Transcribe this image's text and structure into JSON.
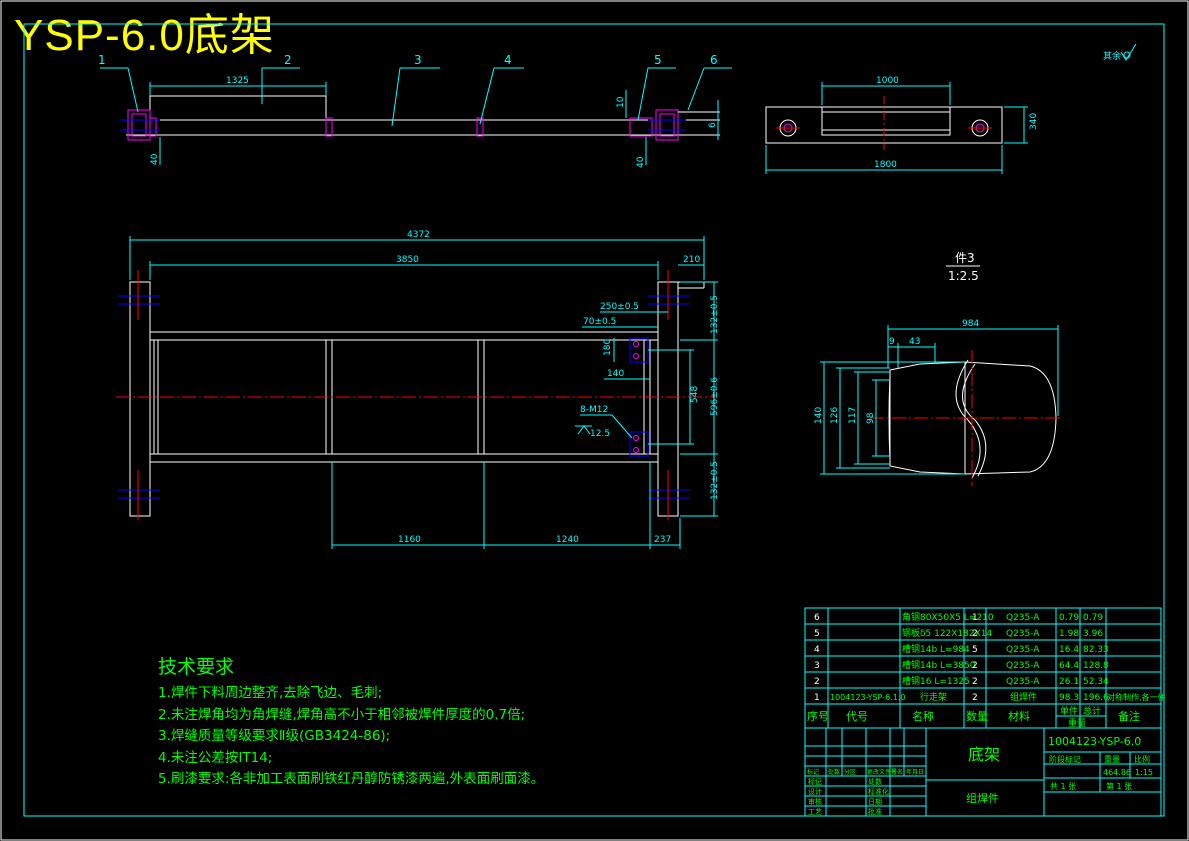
{
  "header": {
    "title": "YSP-6.0底架",
    "roughness": "其余"
  },
  "views": {
    "part_balloons": [
      "1",
      "2",
      "3",
      "4",
      "5",
      "6"
    ],
    "top_view": {
      "dim_1325": "1325",
      "dim_10": "10",
      "dim_6": "6",
      "dim_40_left": "40",
      "dim_40_right": "40"
    },
    "side_view": {
      "dim_1000": "1000",
      "dim_1800": "1800",
      "dim_340": "340"
    },
    "plan_view": {
      "dim_4372": "4372",
      "dim_3850": "3850",
      "dim_210": "210",
      "dim_250": "250±0.5",
      "dim_70": "70±0.5",
      "dim_180": "180",
      "dim_140": "140",
      "dim_548": "548",
      "dim_596": "596±0.6",
      "dim_132_top": "132±0.5",
      "dim_132_bottom": "132±0.5",
      "bolt_note": "8-M12",
      "roughness": "12.5",
      "dim_1160": "1160",
      "dim_1240": "1240",
      "dim_237": "237"
    },
    "detail_view": {
      "label": "件3",
      "scale": "1:2.5",
      "dim_984": "984",
      "dim_9": "9",
      "dim_43": "43",
      "dim_140": "140",
      "dim_126": "126",
      "dim_117": "117",
      "dim_98": "98"
    }
  },
  "notes": {
    "heading": "技术要求",
    "lines": [
      "1.焊件下料周边整齐,去除飞边、毛刺;",
      "2.未注焊角均为角焊缝,焊角高不小于相邻被焊件厚度的0.7倍;",
      "3.焊缝质量等级要求Ⅱ级(GB3424-86);",
      "4.未注公差按IT14;",
      "5.刷漆要求:各非加工表面刷铁红丹醇防锈漆两遍,外表面刷面漆。"
    ]
  },
  "bom": {
    "rows": [
      {
        "no": "6",
        "code": "",
        "name": "角钢80X50X5 L=210",
        "qty": "1",
        "material": "Q235-A",
        "unit_wt": "0.79",
        "total_wt": "0.79",
        "note": ""
      },
      {
        "no": "5",
        "code": "",
        "name": "钢板δ5 122X182X14",
        "qty": "2",
        "material": "Q235-A",
        "unit_wt": "1.98",
        "total_wt": "3.96",
        "note": ""
      },
      {
        "no": "4",
        "code": "",
        "name": "槽钢14b L=984",
        "qty": "5",
        "material": "Q235-A",
        "unit_wt": "16.4",
        "total_wt": "82.33",
        "note": ""
      },
      {
        "no": "3",
        "code": "",
        "name": "槽钢14b L=3850",
        "qty": "2",
        "material": "Q235-A",
        "unit_wt": "64.4",
        "total_wt": "128.8",
        "note": ""
      },
      {
        "no": "2",
        "code": "",
        "name": "槽钢16 L=1325",
        "qty": "2",
        "material": "Q235-A",
        "unit_wt": "26.1",
        "total_wt": "52.34",
        "note": ""
      },
      {
        "no": "1",
        "code": "1004123-YSP-6.1.0",
        "name": "行走架",
        "qty": "2",
        "material": "组焊件",
        "unit_wt": "98.3",
        "total_wt": "196.6",
        "note": "对称制作,各一件"
      }
    ],
    "headers": {
      "no": "序号",
      "code": "代号",
      "name": "名称",
      "qty": "数量",
      "material": "材料",
      "unit_wt": "单件",
      "total_wt": "总计",
      "weight": "重量",
      "note": "备注"
    }
  },
  "title_block": {
    "drawing_no": "1004123-YSP-6.0",
    "name": "底架",
    "type": "组焊件",
    "mass": "464.86",
    "scale": "1:15",
    "stage_label": "阶段标记",
    "weight_label": "重量",
    "scale_label": "比例",
    "sheets_total": "共 1 张",
    "sheet_no": "第 1 张",
    "rows": [
      "标记",
      "设计",
      "审核",
      "工艺",
      "批准"
    ],
    "row2": [
      "处数",
      "标准化",
      "日期"
    ],
    "header_row": [
      "标记",
      "处数",
      "分区",
      "更改文件号",
      "签名",
      "年月日"
    ]
  },
  "colors": {
    "line_main": "#ffffff",
    "dimension": "#00ffff",
    "centerline": "#ff0000",
    "hatch": "#ff00ff",
    "bolt": "#0000ff",
    "text_notes": "#00ff00",
    "title": "#ffff00",
    "table_text": "#00ff00"
  }
}
